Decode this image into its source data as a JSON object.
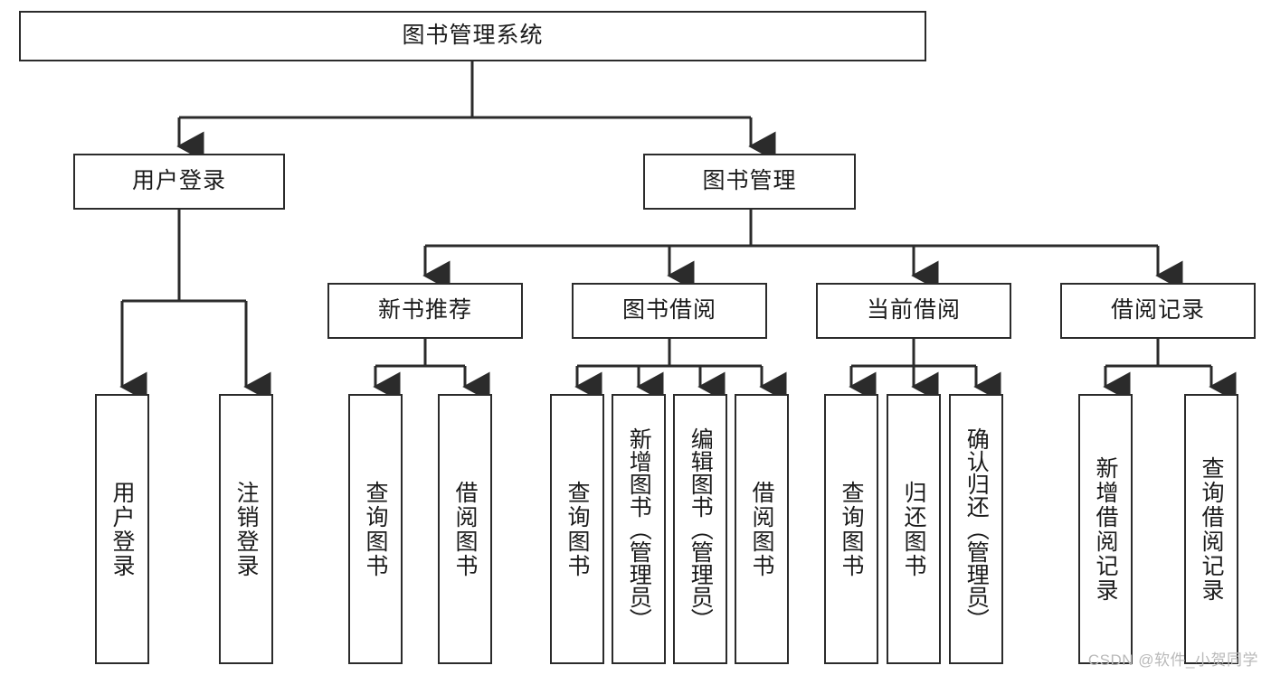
{
  "diagram": {
    "title": "图书管理系统",
    "type": "tree",
    "root": {
      "id": "root",
      "label": "图书管理系统"
    },
    "level2": [
      {
        "id": "user-login",
        "label": "用户登录"
      },
      {
        "id": "book-management",
        "label": "图书管理"
      }
    ],
    "level3": [
      {
        "id": "new-book-recommend",
        "label": "新书推荐",
        "parent": "book-management"
      },
      {
        "id": "book-borrow",
        "label": "图书借阅",
        "parent": "book-management"
      },
      {
        "id": "current-borrow",
        "label": "当前借阅",
        "parent": "book-management"
      },
      {
        "id": "borrow-record",
        "label": "借阅记录",
        "parent": "book-management"
      }
    ],
    "leaves": [
      {
        "id": "leaf-user-login",
        "label": "用户登录",
        "parent": "user-login"
      },
      {
        "id": "leaf-user-logout",
        "label": "注销登录",
        "parent": "user-login"
      },
      {
        "id": "leaf-query-book-1",
        "label": "查询图书",
        "parent": "new-book-recommend"
      },
      {
        "id": "leaf-borrow-book-1",
        "label": "借阅图书",
        "parent": "new-book-recommend"
      },
      {
        "id": "leaf-query-book-2",
        "label": "查询图书",
        "parent": "book-borrow"
      },
      {
        "id": "leaf-add-book",
        "label": "新增图书（管理员）",
        "parent": "book-borrow"
      },
      {
        "id": "leaf-edit-book",
        "label": "编辑图书（管理员）",
        "parent": "book-borrow"
      },
      {
        "id": "leaf-borrow-book-2",
        "label": "借阅图书",
        "parent": "book-borrow"
      },
      {
        "id": "leaf-query-book-3",
        "label": "查询图书",
        "parent": "current-borrow"
      },
      {
        "id": "leaf-return-book",
        "label": "归还图书",
        "parent": "current-borrow"
      },
      {
        "id": "leaf-confirm-return",
        "label": "确认归还（管理员）",
        "parent": "current-borrow"
      },
      {
        "id": "leaf-add-record",
        "label": "新增借阅记录",
        "parent": "borrow-record"
      },
      {
        "id": "leaf-query-record",
        "label": "查询借阅记录",
        "parent": "borrow-record"
      }
    ],
    "colors": {
      "stroke": "#2b2b2b",
      "fill": "#ffffff",
      "text": "#1b1b1b",
      "watermark": "#b9b9b9"
    }
  },
  "watermark": {
    "text": "CSDN @软件_小贺同学"
  }
}
